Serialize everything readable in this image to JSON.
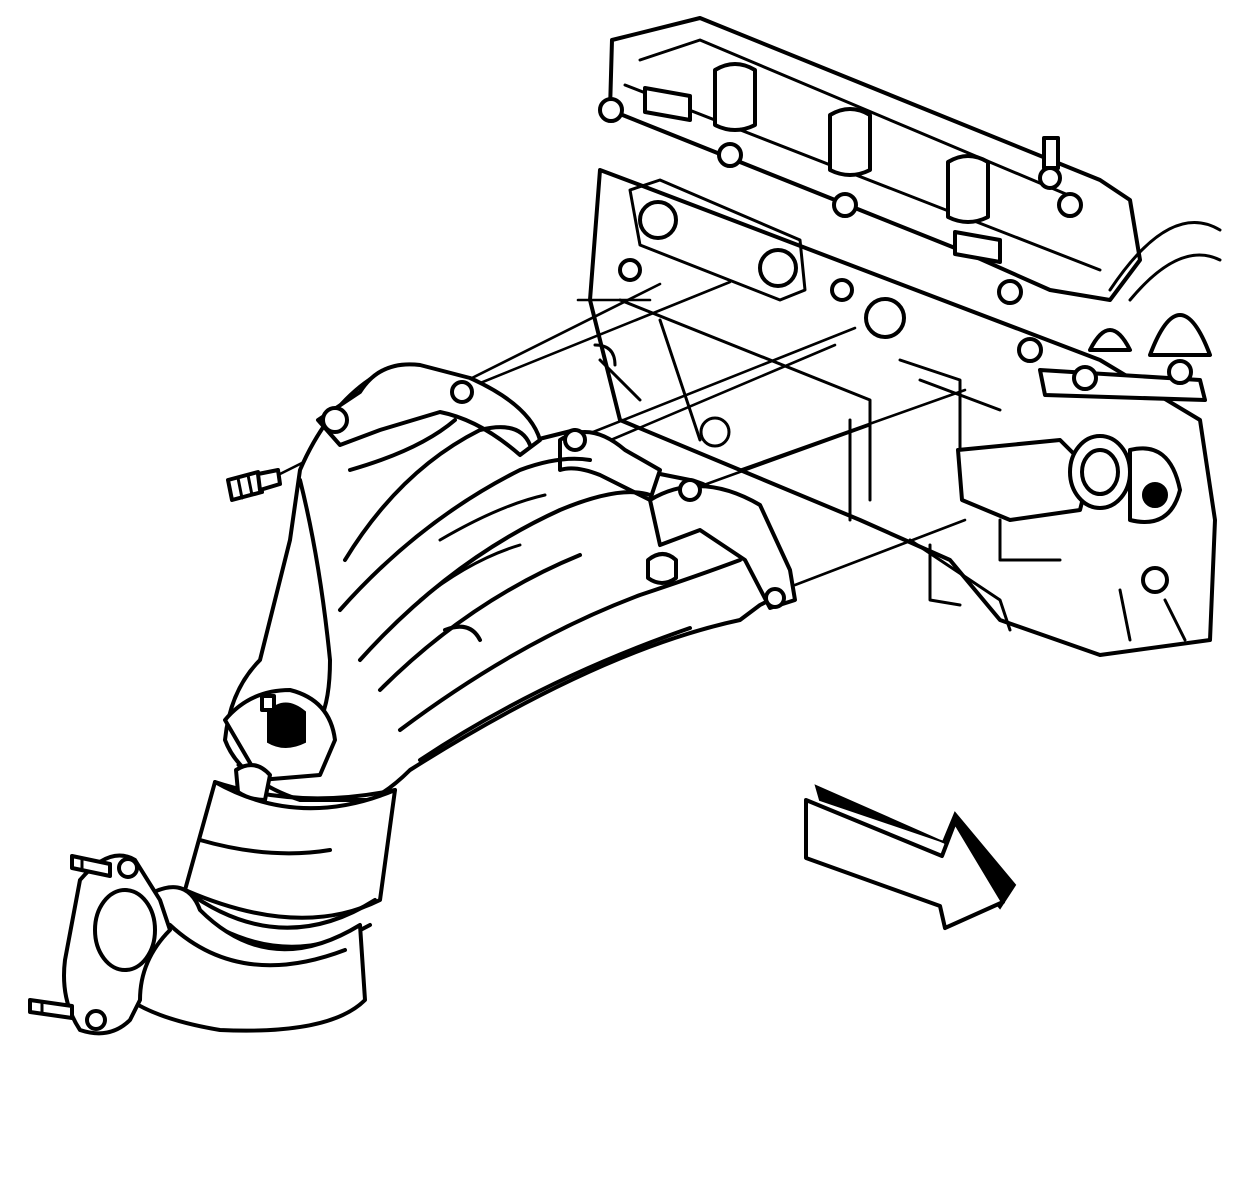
{
  "figure": {
    "theme": {
      "line_color": "#000000",
      "background": "#ffffff"
    },
    "parts": [
      {
        "id": "engine-cylinder-head",
        "label": ""
      },
      {
        "id": "exhaust-manifold",
        "label": ""
      },
      {
        "id": "catalytic-converter",
        "label": ""
      },
      {
        "id": "outlet-flange",
        "label": ""
      },
      {
        "id": "manifold-bolt",
        "label": ""
      },
      {
        "id": "alignment-guide-lines",
        "label": ""
      },
      {
        "id": "direction-arrow-icon",
        "label": ""
      }
    ]
  }
}
